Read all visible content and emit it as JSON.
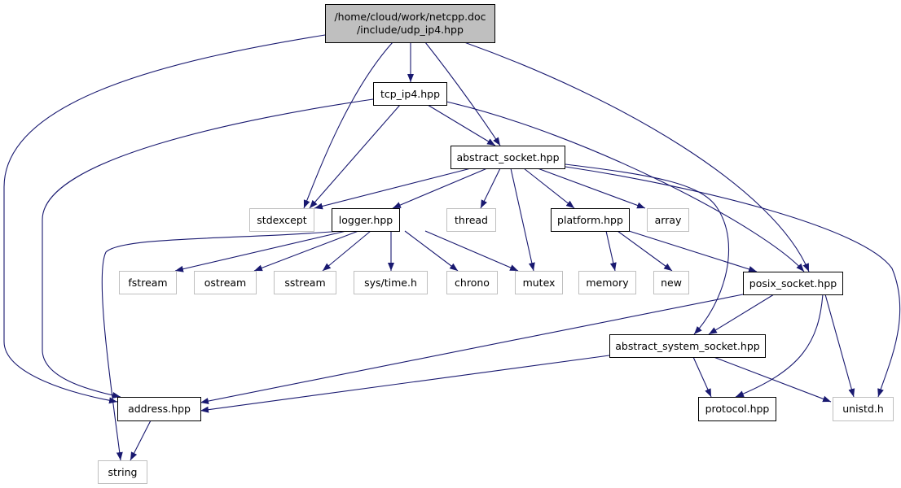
{
  "graph": {
    "edge_color": "#191970",
    "root": {
      "line1": "/home/cloud/work/netcpp.doc",
      "line2": "/include/udp_ip4.hpp",
      "fill": "#bfbfbf"
    },
    "nodes": {
      "tcp_ip4": "tcp_ip4.hpp",
      "abstract_socket": "abstract_socket.hpp",
      "stdexcept": "stdexcept",
      "logger": "logger.hpp",
      "thread": "thread",
      "platform": "platform.hpp",
      "array": "array",
      "fstream": "fstream",
      "ostream": "ostream",
      "sstream": "sstream",
      "systime": "sys/time.h",
      "chrono": "chrono",
      "mutex": "mutex",
      "memory": "memory",
      "new": "new",
      "posix_socket": "posix_socket.hpp",
      "abstract_system_socket": "abstract_system_socket.hpp",
      "address": "address.hpp",
      "protocol": "protocol.hpp",
      "unistd": "unistd.h",
      "string": "string"
    },
    "edges": [
      [
        "root",
        "address"
      ],
      [
        "root",
        "stdexcept"
      ],
      [
        "root",
        "tcp_ip4"
      ],
      [
        "root",
        "abstract_socket"
      ],
      [
        "root",
        "posix_socket"
      ],
      [
        "tcp_ip4",
        "address"
      ],
      [
        "tcp_ip4",
        "stdexcept"
      ],
      [
        "tcp_ip4",
        "abstract_socket"
      ],
      [
        "tcp_ip4",
        "posix_socket"
      ],
      [
        "abstract_socket",
        "stdexcept"
      ],
      [
        "abstract_socket",
        "logger"
      ],
      [
        "abstract_socket",
        "thread"
      ],
      [
        "abstract_socket",
        "mutex"
      ],
      [
        "abstract_socket",
        "platform"
      ],
      [
        "abstract_socket",
        "array"
      ],
      [
        "abstract_socket",
        "abstract_system_socket"
      ],
      [
        "abstract_socket",
        "unistd"
      ],
      [
        "logger",
        "string"
      ],
      [
        "logger",
        "fstream"
      ],
      [
        "logger",
        "ostream"
      ],
      [
        "logger",
        "sstream"
      ],
      [
        "logger",
        "systime"
      ],
      [
        "logger",
        "chrono"
      ],
      [
        "logger",
        "mutex"
      ],
      [
        "platform",
        "memory"
      ],
      [
        "platform",
        "new"
      ],
      [
        "platform",
        "posix_socket"
      ],
      [
        "posix_socket",
        "address"
      ],
      [
        "posix_socket",
        "abstract_system_socket"
      ],
      [
        "posix_socket",
        "protocol"
      ],
      [
        "posix_socket",
        "unistd"
      ],
      [
        "abstract_system_socket",
        "address"
      ],
      [
        "abstract_system_socket",
        "protocol"
      ],
      [
        "abstract_system_socket",
        "unistd"
      ],
      [
        "address",
        "string"
      ]
    ]
  }
}
